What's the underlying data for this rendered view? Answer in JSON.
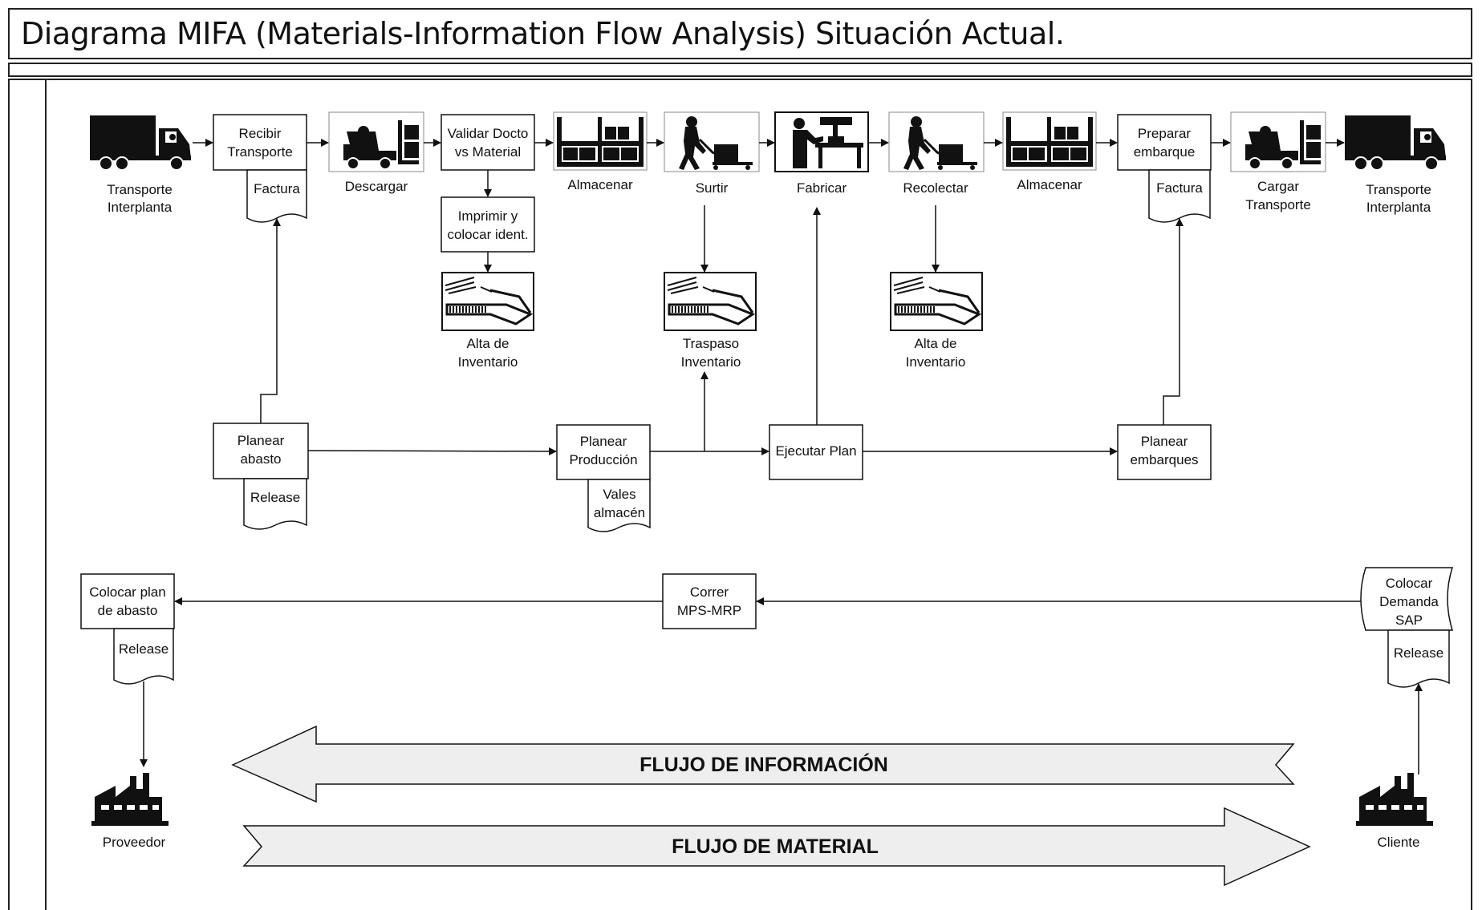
{
  "title": "Diagrama MIFA (Materials-Information Flow Analysis) Situación Actual.",
  "material_flow": {
    "transport_in": [
      "Transporte",
      "Interplanta"
    ],
    "receive": [
      "Recibir",
      "Transporte"
    ],
    "receive_doc": "Factura",
    "unload": "Descargar",
    "validate": [
      "Validar Docto",
      "vs Material"
    ],
    "print_id": [
      "Imprimir y",
      "colocar ident."
    ],
    "inventory_in_1": [
      "Alta de",
      "Inventario"
    ],
    "store_1": "Almacenar",
    "pick": "Surtir",
    "transfer": [
      "Traspaso",
      "Inventario"
    ],
    "manufacture": "Fabricar",
    "collect": "Recolectar",
    "inventory_in_2": [
      "Alta de",
      "Inventario"
    ],
    "store_2": "Almacenar",
    "prepare_shipment": [
      "Preparar",
      "embarque"
    ],
    "prepare_doc": "Factura",
    "load": [
      "Cargar",
      "Transporte"
    ],
    "transport_out": [
      "Transporte",
      "Interplanta"
    ]
  },
  "planning": {
    "plan_supply": [
      "Planear",
      "abasto"
    ],
    "plan_supply_doc": "Release",
    "plan_production": [
      "Planear",
      "Producción"
    ],
    "plan_production_doc": [
      "Vales",
      "almacén"
    ],
    "execute_plan": "Ejecutar Plan",
    "plan_shipments": [
      "Planear",
      "embarques"
    ]
  },
  "information_flow": {
    "place_supply_plan": [
      "Colocar plan",
      "de abasto"
    ],
    "place_supply_doc": "Release",
    "run_mrp": [
      "Correr",
      "MPS-MRP"
    ],
    "place_demand": [
      "Colocar",
      "Demanda",
      "SAP"
    ],
    "place_demand_doc": "Release",
    "supplier": "Proveedor",
    "customer": "Cliente"
  },
  "big_arrows": {
    "info": "FLUJO DE INFORMACIÓN",
    "material": "FLUJO DE MATERIAL",
    "fill": "#eeeeee"
  }
}
